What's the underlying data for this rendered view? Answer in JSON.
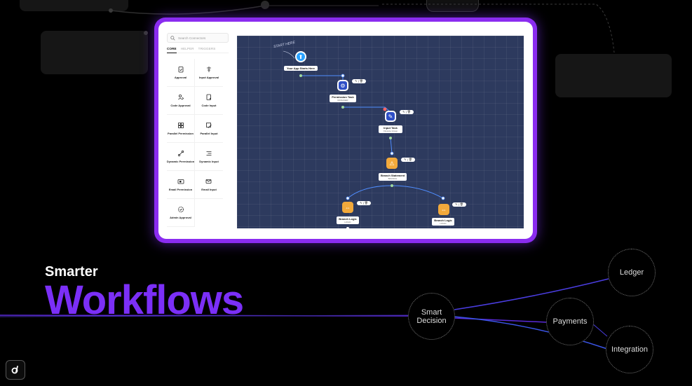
{
  "app": {
    "search_placeholder": "Search Connectors",
    "tabs": [
      "CORE",
      "HELPER",
      "TRIGGERS"
    ],
    "connectors": [
      {
        "label": "Approval",
        "icon": "clipboard-check-icon"
      },
      {
        "label": "Input Approval",
        "icon": "branch-icon"
      },
      {
        "label": "Code Approval",
        "icon": "code-user-icon"
      },
      {
        "label": "Code Input",
        "icon": "code-doc-icon"
      },
      {
        "label": "Parallel Permission",
        "icon": "parallel-icon"
      },
      {
        "label": "Parallel Input",
        "icon": "parallel-edit-icon"
      },
      {
        "label": "Dynamic Permission",
        "icon": "dynamic-icon"
      },
      {
        "label": "Dynamic Input",
        "icon": "list-icon"
      },
      {
        "label": "Email Permission",
        "icon": "email-icon"
      },
      {
        "label": "Email Input",
        "icon": "email-edit-icon"
      },
      {
        "label": "Admin Approval",
        "icon": "admin-check-icon"
      }
    ]
  },
  "canvas": {
    "start_note": "START HERE",
    "nodes": {
      "start": {
        "title": "Your App Starts Here"
      },
      "permission": {
        "title": "Permission Task",
        "sub": "MANAGER"
      },
      "input": {
        "title": "Input Task",
        "sub": "Finance Group"
      },
      "branch": {
        "title": "Branch Statement",
        "sub": "BRANCH"
      },
      "branch_left": {
        "title": "Branch Logic",
        "sub": "LOGIC"
      },
      "branch_right": {
        "title": "Branch Logic",
        "sub": "LOGIC"
      }
    },
    "tools_label": "✎ | 🗑"
  },
  "hero": {
    "line1": "Smarter",
    "line2": "Workflows"
  },
  "bubbles": {
    "smart_decision": "Smart Decision",
    "ledger": "Ledger",
    "payments": "Payments",
    "integration": "Integration"
  },
  "colors": {
    "accent": "#7b2ff7",
    "canvas": "#2d3a5e",
    "node_yellow": "#f2a93b",
    "node_blue": "#2f4fc7"
  }
}
